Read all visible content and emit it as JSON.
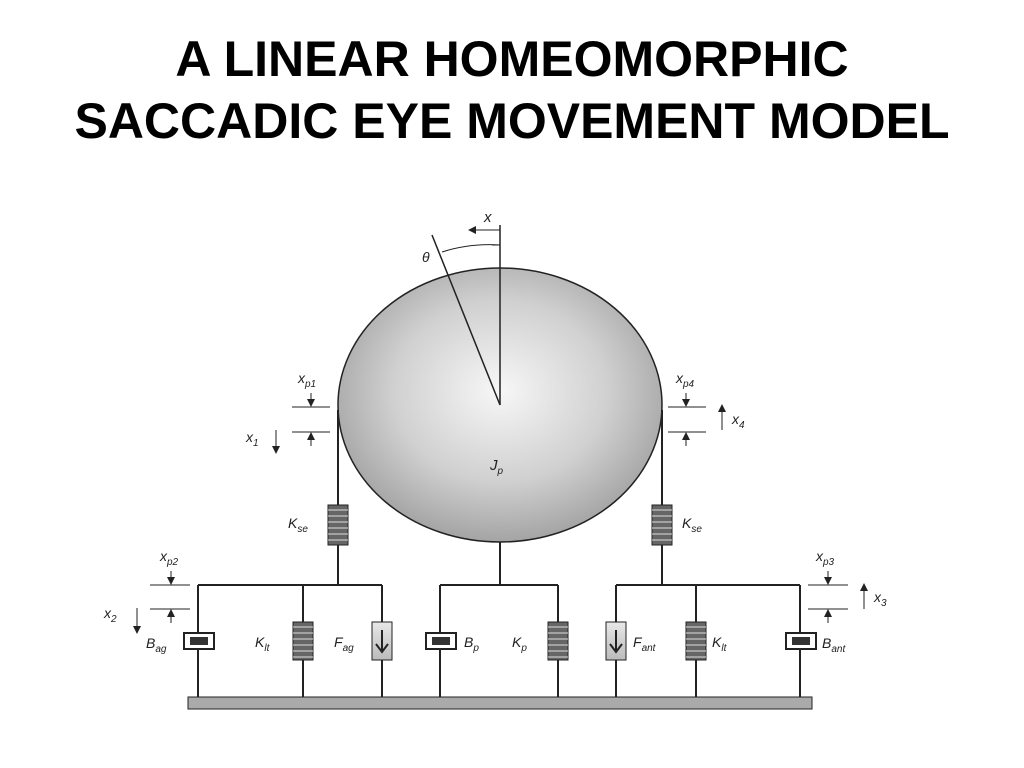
{
  "title": {
    "line1": "A LINEAR HOMEOMORPHIC",
    "line2": "SACCADIC EYE MOVEMENT MODEL"
  },
  "diagram": {
    "labels": {
      "x": {
        "base": "x",
        "sub": ""
      },
      "theta": {
        "base": "θ",
        "sub": ""
      },
      "xp1": {
        "base": "x",
        "sub": "p1"
      },
      "x1": {
        "base": "x",
        "sub": "1"
      },
      "xp4": {
        "base": "x",
        "sub": "p4"
      },
      "x4": {
        "base": "x",
        "sub": "4"
      },
      "jp": {
        "base": "J",
        "sub": "p"
      },
      "kse_left": {
        "base": "K",
        "sub": "se"
      },
      "kse_right": {
        "base": "K",
        "sub": "se"
      },
      "xp2": {
        "base": "x",
        "sub": "p2"
      },
      "x2": {
        "base": "x",
        "sub": "2"
      },
      "xp3": {
        "base": "x",
        "sub": "p3"
      },
      "x3": {
        "base": "x",
        "sub": "3"
      },
      "bag": {
        "base": "B",
        "sub": "ag"
      },
      "klt_left": {
        "base": "K",
        "sub": "lt"
      },
      "fag": {
        "base": "F",
        "sub": "ag"
      },
      "bp": {
        "base": "B",
        "sub": "p"
      },
      "kp": {
        "base": "K",
        "sub": "p"
      },
      "fant": {
        "base": "F",
        "sub": "ant"
      },
      "klt_right": {
        "base": "K",
        "sub": "lt"
      },
      "bant": {
        "base": "B",
        "sub": "ant"
      }
    }
  }
}
